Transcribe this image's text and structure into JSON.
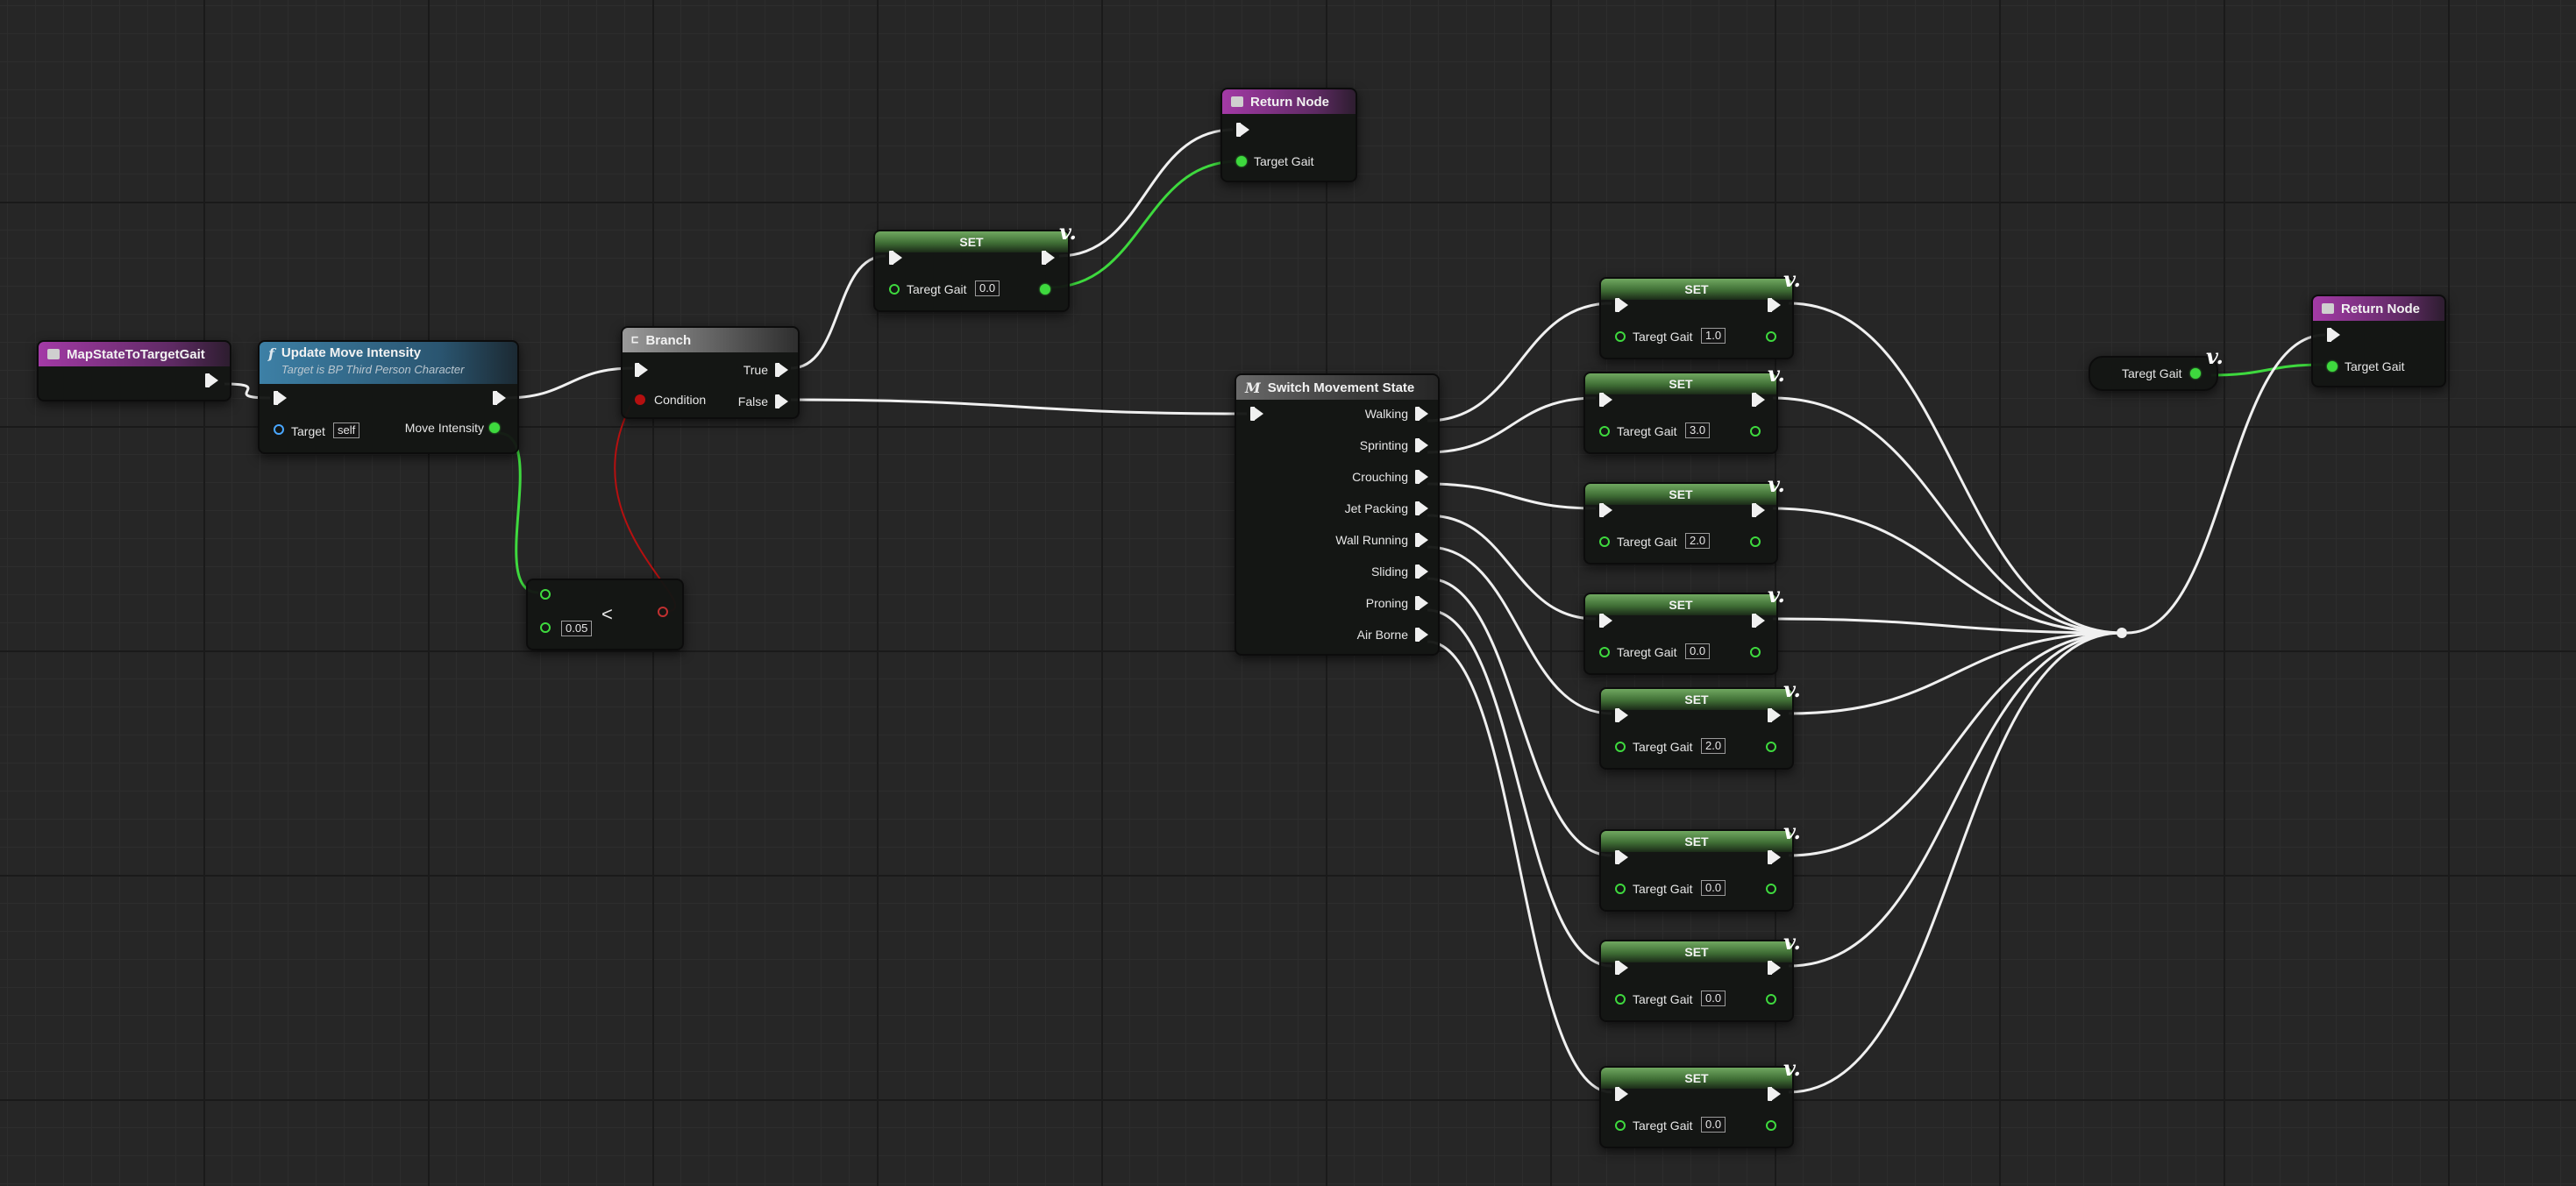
{
  "colors": {
    "exec_wire": "#f0f0f0",
    "data_wire": "#3ed93e",
    "bool_wire": "#b51010",
    "function_header": "#a33aa6",
    "call_header": "#3d80a6",
    "set_header": "#5c8a4f"
  },
  "entry": {
    "title": "MapStateToTargetGait"
  },
  "update_move": {
    "title": "Update Move Intensity",
    "subtitle": "Target is BP Third Person Character",
    "target_label": "Target",
    "target_value": "self",
    "output_label": "Move Intensity"
  },
  "compare": {
    "value": "0.05",
    "operator": "<"
  },
  "branch": {
    "title": "Branch",
    "condition_label": "Condition",
    "true_label": "True",
    "false_label": "False"
  },
  "set_top": {
    "title": "SET",
    "pin_label": "Taregt Gait",
    "value": "0.0"
  },
  "return_top": {
    "title": "Return Node",
    "pin_label": "Target Gait"
  },
  "switch": {
    "title": "Switch Movement State",
    "cases": [
      "Walking",
      "Sprinting",
      "Crouching",
      "Jet Packing",
      "Wall Running",
      "Sliding",
      "Proning",
      "Air Borne"
    ]
  },
  "sets": [
    {
      "title": "SET",
      "pin_label": "Taregt Gait",
      "value": "1.0"
    },
    {
      "title": "SET",
      "pin_label": "Taregt Gait",
      "value": "3.0"
    },
    {
      "title": "SET",
      "pin_label": "Taregt Gait",
      "value": "2.0"
    },
    {
      "title": "SET",
      "pin_label": "Taregt Gait",
      "value": "0.0"
    },
    {
      "title": "SET",
      "pin_label": "Taregt Gait",
      "value": "2.0"
    },
    {
      "title": "SET",
      "pin_label": "Taregt Gait",
      "value": "0.0"
    },
    {
      "title": "SET",
      "pin_label": "Taregt Gait",
      "value": "0.0"
    },
    {
      "title": "SET",
      "pin_label": "Taregt Gait",
      "value": "0.0"
    }
  ],
  "get_var": {
    "label": "Taregt Gait"
  },
  "return_right": {
    "title": "Return Node",
    "pin_label": "Target Gait"
  }
}
